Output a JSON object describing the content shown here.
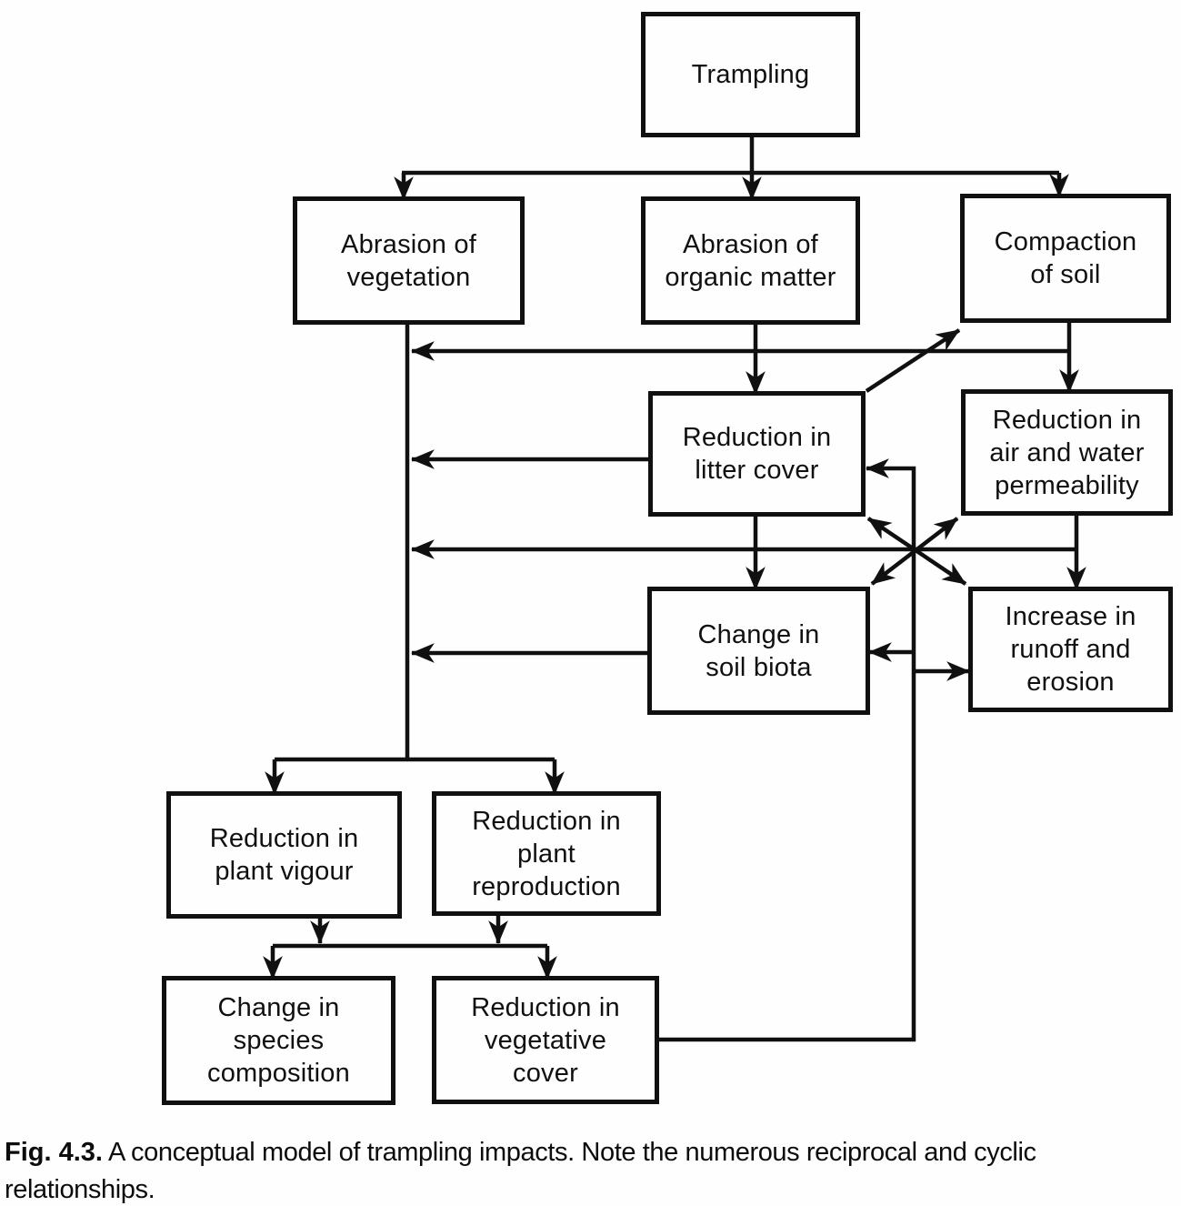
{
  "colors": {
    "ink": "#101010",
    "paper": "#fefefe"
  },
  "nodes": {
    "trampling": {
      "label": "Trampling"
    },
    "abrasion_vegetation": {
      "label": "Abrasion of\nvegetation"
    },
    "abrasion_organic": {
      "label": "Abrasion of\norganic matter"
    },
    "compaction_soil": {
      "label": "Compaction\nof soil"
    },
    "litter_cover": {
      "label": "Reduction in\nlitter cover"
    },
    "air_water": {
      "label": "Reduction in\nair and water\npermeability"
    },
    "soil_biota": {
      "label": "Change in\nsoil biota"
    },
    "runoff_erosion": {
      "label": "Increase in\nrunoff and\nerosion"
    },
    "plant_vigour": {
      "label": "Reduction in\nplant vigour"
    },
    "plant_reproduction": {
      "label": "Reduction in\nplant\nreproduction"
    },
    "species_composition": {
      "label": "Change in\nspecies\ncomposition"
    },
    "vegetative_cover": {
      "label": "Reduction in\nvegetative\ncover"
    }
  },
  "edges": [
    {
      "from": "trampling",
      "to": "abrasion_vegetation"
    },
    {
      "from": "trampling",
      "to": "abrasion_organic"
    },
    {
      "from": "trampling",
      "to": "compaction_soil"
    },
    {
      "from": "abrasion_organic",
      "to": "litter_cover"
    },
    {
      "from": "compaction_soil",
      "to": "air_water"
    },
    {
      "from": "compaction_soil",
      "to": "abrasion_vegetation_trunk"
    },
    {
      "from": "litter_cover",
      "to": "abrasion_vegetation_trunk"
    },
    {
      "from": "litter_cover",
      "to": "compaction_soil"
    },
    {
      "from": "litter_cover",
      "to": "soil_biota"
    },
    {
      "from": "litter_cover",
      "to": "runoff_erosion",
      "bidirectional": true
    },
    {
      "from": "soil_biota",
      "to": "air_water",
      "bidirectional": true
    },
    {
      "from": "air_water",
      "to": "runoff_erosion"
    },
    {
      "from": "air_water",
      "to": "abrasion_vegetation_trunk"
    },
    {
      "from": "soil_biota",
      "to": "abrasion_vegetation_trunk"
    },
    {
      "from": "abrasion_vegetation_trunk",
      "to": "plant_vigour"
    },
    {
      "from": "abrasion_vegetation_trunk",
      "to": "plant_reproduction"
    },
    {
      "from": "plant_vigour",
      "to": "species_composition"
    },
    {
      "from": "plant_vigour",
      "to": "vegetative_cover"
    },
    {
      "from": "plant_reproduction",
      "to": "species_composition"
    },
    {
      "from": "plant_reproduction",
      "to": "vegetative_cover"
    },
    {
      "from": "vegetative_cover",
      "to": "litter_cover"
    },
    {
      "from": "vegetative_cover",
      "to": "soil_biota"
    },
    {
      "from": "vegetative_cover",
      "to": "runoff_erosion"
    }
  ],
  "caption": {
    "fig_label": "Fig. 4.3.",
    "line1": "A conceptual model of trampling impacts. Note the numerous reciprocal and cyclic",
    "line2": "relationships."
  }
}
